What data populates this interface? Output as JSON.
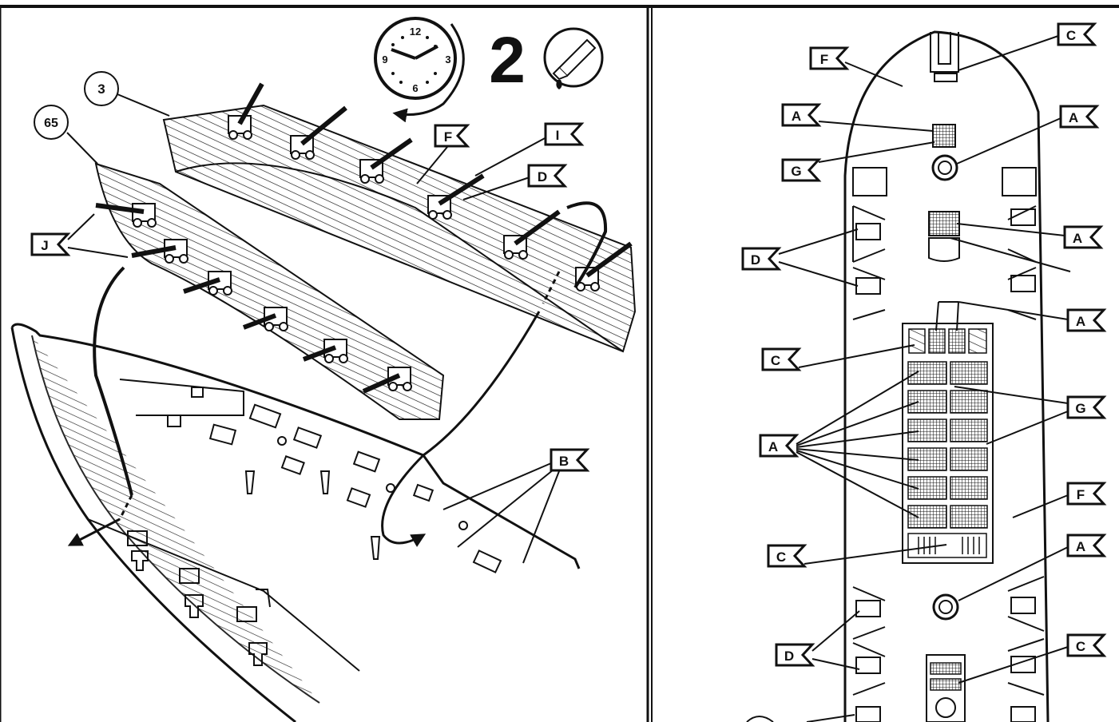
{
  "left_panel": {
    "part_numbers": [
      "3",
      "65"
    ],
    "step_number": "2",
    "clock": {
      "numerals": [
        "12",
        "3",
        "6",
        "9"
      ]
    },
    "labels": [
      "F",
      "I",
      "D",
      "J",
      "B"
    ],
    "icons": [
      "clock-icon",
      "glue-tube-icon",
      "arrow-icon"
    ]
  },
  "right_panel": {
    "left_labels": [
      "F",
      "A",
      "G",
      "D",
      "C",
      "A",
      "C",
      "D"
    ],
    "right_labels": [
      "C",
      "A",
      "A",
      "A",
      "G",
      "F",
      "A",
      "C"
    ]
  },
  "colors": {
    "ink": "#111111",
    "paper": "#ffffff"
  }
}
